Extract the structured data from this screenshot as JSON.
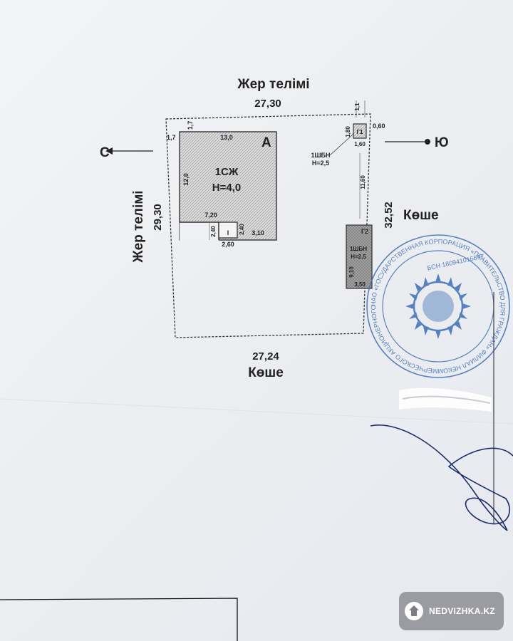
{
  "labels": {
    "top_neighbor": "Жер телімі",
    "top_length": "27,30",
    "left_neighbor": "Жер телімі",
    "left_length": "29,30",
    "bottom_length": "27,24",
    "bottom_street": "Көше",
    "right_length": "32,52",
    "right_street": "Көше",
    "north": "С",
    "south": "Ю"
  },
  "building_a": {
    "letter": "А",
    "code": "1СЖ",
    "height": "H=4,0",
    "dim_top": "13,0",
    "dim_left": "12,0",
    "dim_bottom": "7,20",
    "offset_top": "1,7",
    "offset_left": "1,7",
    "annex_letter": "I",
    "annex_h_left": "2,40",
    "annex_h_right": "2,40",
    "annex_width": "2,60",
    "annex_right": "3,10"
  },
  "building_g1": {
    "letter": "Г1",
    "code": "1ШБН",
    "height": "H=2,5",
    "dim_side": "1,80",
    "dim_bottom": "1,60",
    "dim_right": "0,60",
    "dim_top": "1,1",
    "gap_below": "11,60"
  },
  "building_g2": {
    "letter": "Г2",
    "code": "1ШБН",
    "height": "H=2,5",
    "dim_side": "9,10",
    "dim_bottom": "3,50"
  },
  "stamp": {
    "ring_text": "НАО «ГОСУДАРСТВЕННАЯ КОРПОРАЦИЯ «ПРАВИТЕЛЬСТВО ДЛЯ ГРАЖДАН» ФИЛИАЛ НЕКОММЕРЧЕСКОГО АКЦИОНЕРНОГО ОБЩЕСТВА",
    "bin": "БСН 180941016697"
  },
  "watermark": "NEDVIZHKA.KZ",
  "colors": {
    "ink": "#222222",
    "hatch": "#8a8a8a",
    "stamp": "#3d6fb8"
  }
}
